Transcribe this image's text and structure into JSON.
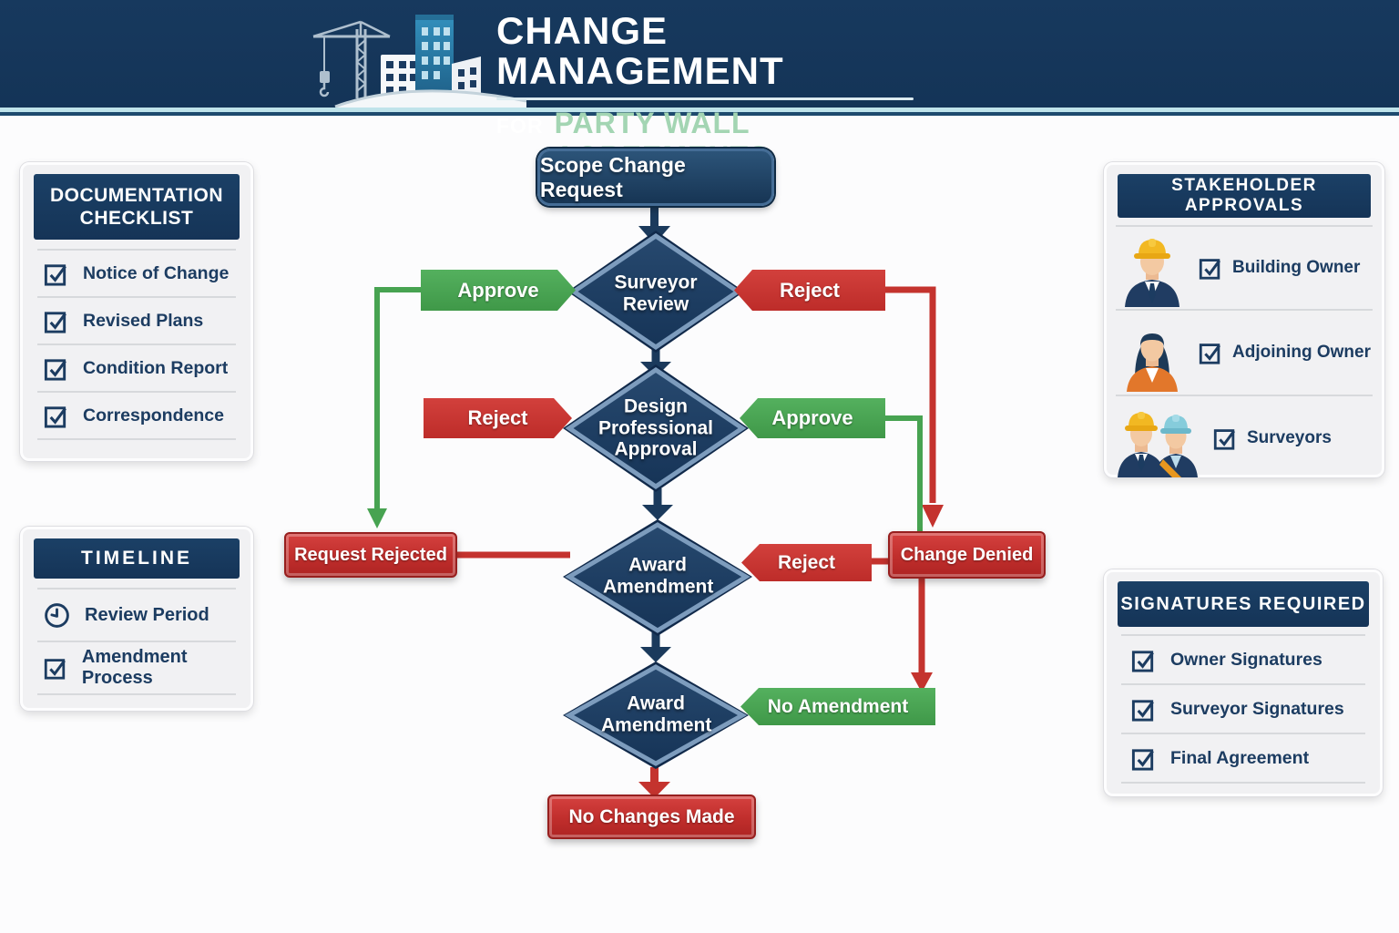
{
  "header": {
    "title": "CHANGE MANAGEMENT",
    "subtitle_prefix": "FOR",
    "subtitle": "PARTY WALL AGREEMENTS",
    "logo": "buildings-and-crane-illustration"
  },
  "panels": {
    "documentation": {
      "title": "DOCUMENTATION CHECKLIST",
      "items": [
        "Notice of Change",
        "Revised Plans",
        "Condition Report",
        "Correspondence"
      ]
    },
    "timeline": {
      "title": "TIMELINE",
      "items": [
        {
          "icon": "clock-icon",
          "label": "Review Period"
        },
        {
          "icon": "checked-checkbox-icon",
          "label": "Amendment Process"
        }
      ]
    },
    "stakeholders": {
      "title": "STAKEHOLDER APPROVALS",
      "items": [
        {
          "avatar": "building-owner-avatar",
          "label": "Building Owner"
        },
        {
          "avatar": "adjoining-owner-avatar",
          "label": "Adjoining Owner"
        },
        {
          "avatar": "surveyors-avatar",
          "label": "Surveyors"
        }
      ]
    },
    "signatures": {
      "title": "SIGNATURES REQUIRED",
      "items": [
        "Owner Signatures",
        "Surveyor Signatures",
        "Final Agreement"
      ]
    }
  },
  "flowchart": {
    "start": "Scope Change Request",
    "decision_1": "Surveyor Review",
    "decision_2": "Design Professional Approval",
    "decision_3": "Award Amendment",
    "decision_4": "Award Amendment",
    "branch_approve_1": "Approve",
    "branch_reject_1": "Reject",
    "branch_reject_2": "Reject",
    "branch_approve_2": "Approve",
    "branch_reject_3": "Reject",
    "branch_no_amendment": "No Amendment",
    "outcome_request_rejected": "Request Rejected",
    "outcome_change_denied": "Change Denied",
    "outcome_no_changes": "No Changes Made"
  },
  "colors": {
    "navy": "#16375c",
    "diamond_fill": "#1c3f66",
    "diamond_border": "#7d9cbd",
    "green": "#47a351",
    "red": "#c4332e",
    "mint_title": "#a3d5b3",
    "stripe_cyan": "#bfe3ea",
    "panel_bg": "#f1f1f3",
    "text_navy": "#1c3c61",
    "hardhat_yellow": "#f2b822",
    "hardhat_teal": "#86ccdb",
    "blazer_orange": "#e2772b"
  }
}
